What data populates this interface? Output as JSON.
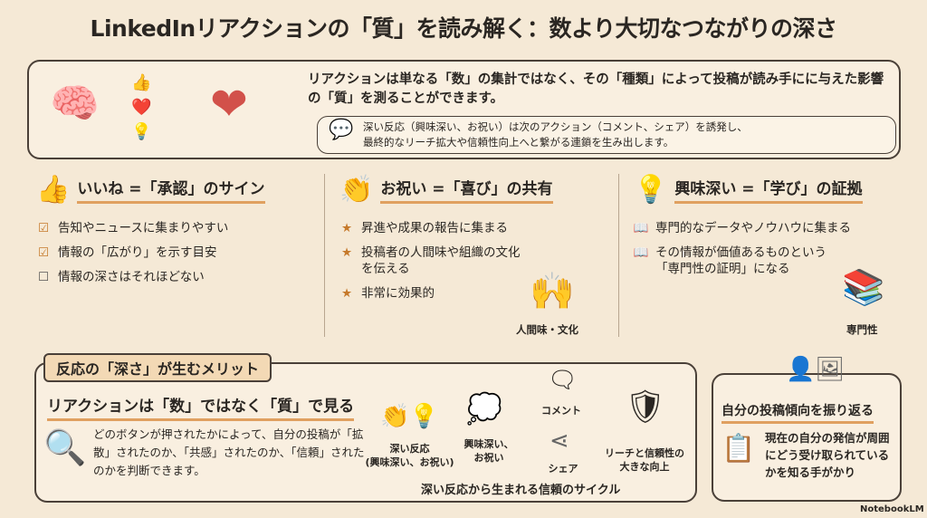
{
  "title": "LinkedInリアクションの「質」を読み解く：数より大切なつながりの深さ",
  "intro": {
    "text": "リアクションは単なる「数」の集計ではなく、その「種類」によって投稿が読み手にに与えた影響の「質」を測ることができます。",
    "bubble_line1": "深い反応（興味深い、お祝い）は次のアクション（コメント、シェア）を誘発し、",
    "bubble_line2": "最終的なリーチ拡大や信頼性向上へと繋がる連鎖を生み出します。"
  },
  "columns": [
    {
      "heading": "いいね =「承認」のサイン",
      "items": [
        "告知やニュースに集まりやすい",
        "情報の「広がり」を示す目安",
        "情報の深さはそれほどない"
      ]
    },
    {
      "heading": "お祝い =「喜び」の共有",
      "items": [
        "昇進や成果の報告に集まる",
        "投稿者の人間味や組織の文化を伝える",
        "非常に効果的"
      ],
      "illustration_label": "人間味・文化"
    },
    {
      "heading": "興味深い =「学び」の証拠",
      "items": [
        "専門的なデータやノウハウに集まる",
        "その情報が価値あるものという「専門性の証明」になる"
      ],
      "illustration_label": "専門性"
    }
  ],
  "merit": {
    "label": "反応の「深さ」が生むメリット",
    "heading": "リアクションは「数」ではなく「質」で見る",
    "body": "どのボタンが押されたかによって、自分の投稿が「拡散」されたのか、「共感」されたのか、「信頼」されたのかを判断できます。",
    "cycle": {
      "deep": "深い反応\n(興味深い、お祝い)",
      "thought": "興味深い、\nお祝い",
      "comment": "コメント",
      "share": "シェア",
      "result": "リーチと信頼性の\n大きな向上",
      "caption": "深い反応から生まれる信頼のサイクル"
    }
  },
  "reflect": {
    "heading": "自分の投稿傾向を振り返る",
    "body": "現在の自分の発信が周囲にどう受け取られているかを知る手がかり"
  },
  "footer": "NotebookLM",
  "colors": {
    "accent": "#e0a060",
    "bg": "#f5e9d6"
  }
}
